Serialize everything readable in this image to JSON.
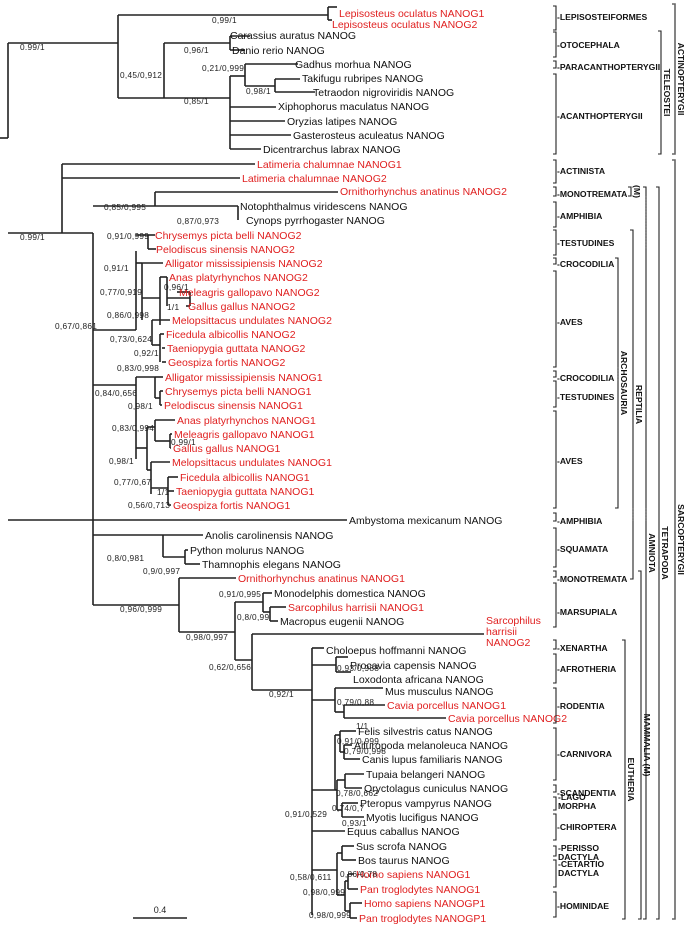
{
  "figure": {
    "title": "NANOG phylogenetic tree",
    "scale_bar_label": "0.4",
    "colors": {
      "duplicated_gene": "#e02020",
      "single_gene": "#111111"
    }
  },
  "leaves": [
    {
      "name": "Lepisosteus oculatus NANOG1",
      "dup": true
    },
    {
      "name": "Lepisosteus oculatus NANOG2",
      "dup": true
    },
    {
      "name": "Carassius auratus NANOG",
      "dup": false
    },
    {
      "name": "Danio rerio NANOG",
      "dup": false
    },
    {
      "name": "Gadhus morhua NANOG",
      "dup": false
    },
    {
      "name": "Takifugu rubripes NANOG",
      "dup": false
    },
    {
      "name": "Tetraodon nigroviridis NANOG",
      "dup": false
    },
    {
      "name": "Xiphophorus maculatus NANOG",
      "dup": false
    },
    {
      "name": "Oryzias latipes NANOG",
      "dup": false
    },
    {
      "name": "Gasterosteus aculeatus NANOG",
      "dup": false
    },
    {
      "name": "Dicentrarchus labrax NANOG",
      "dup": false
    },
    {
      "name": "Latimeria chalumnae NANOG1",
      "dup": true
    },
    {
      "name": "Latimeria chalumnae NANOG2",
      "dup": true
    },
    {
      "name": "Ornithorhynchus anatinus NANOG2",
      "dup": true
    },
    {
      "name": "Notophthalmus viridescens NANOG",
      "dup": false
    },
    {
      "name": "Cynops pyrrhogaster NANOG",
      "dup": false
    },
    {
      "name": "Chrysemys picta belli NANOG2",
      "dup": true
    },
    {
      "name": "Pelodiscus sinensis NANOG2",
      "dup": true
    },
    {
      "name": "Alligator mississipiensis NANOG2",
      "dup": true
    },
    {
      "name": "Anas platyrhynchos NANOG2",
      "dup": true
    },
    {
      "name": "Meleagris gallopavo NANOG2",
      "dup": true
    },
    {
      "name": "Gallus gallus NANOG2",
      "dup": true
    },
    {
      "name": "Melopsittacus undulates NANOG2",
      "dup": true
    },
    {
      "name": "Ficedula albicollis NANOG2",
      "dup": true
    },
    {
      "name": "Taeniopygia guttata NANOG2",
      "dup": true
    },
    {
      "name": "Geospiza fortis NANOG2",
      "dup": true
    },
    {
      "name": "Alligator mississipiensis NANOG1",
      "dup": true
    },
    {
      "name": "Chrysemys picta belli NANOG1",
      "dup": true
    },
    {
      "name": "Pelodiscus sinensis NANOG1",
      "dup": true
    },
    {
      "name": "Anas platyrhynchos NANOG1",
      "dup": true
    },
    {
      "name": "Meleagris gallopavo NANOG1",
      "dup": true
    },
    {
      "name": "Gallus gallus NANOG1",
      "dup": true
    },
    {
      "name": "Melopsittacus undulates NANOG1",
      "dup": true
    },
    {
      "name": "Ficedula albicollis NANOG1",
      "dup": true
    },
    {
      "name": "Taeniopygia guttata NANOG1",
      "dup": true
    },
    {
      "name": "Geospiza fortis NANOG1",
      "dup": true
    },
    {
      "name": "Ambystoma mexicanum NANOG",
      "dup": false
    },
    {
      "name": "Anolis carolinensis NANOG",
      "dup": false
    },
    {
      "name": "Python molurus NANOG",
      "dup": false
    },
    {
      "name": "Thamnophis elegans NANOG",
      "dup": false
    },
    {
      "name": "Ornithorhynchus anatinus NANOG1",
      "dup": true
    },
    {
      "name": "Monodelphis domestica NANOG",
      "dup": false
    },
    {
      "name": "Sarcophilus harrisii NANOG1",
      "dup": true
    },
    {
      "name": "Macropus eugenii NANOG",
      "dup": false
    },
    {
      "name": "Sarcophilus harrisii NANOG2",
      "dup": true
    },
    {
      "name": "Choloepus hoffmanni NANOG",
      "dup": false
    },
    {
      "name": "Procavia capensis NANOG",
      "dup": false
    },
    {
      "name": "Loxodonta africana NANOG",
      "dup": false
    },
    {
      "name": "Mus musculus NANOG",
      "dup": false
    },
    {
      "name": "Cavia porcellus NANOG1",
      "dup": true
    },
    {
      "name": "Cavia porcellus NANOG2",
      "dup": true
    },
    {
      "name": "Felis silvestris catus NANOG",
      "dup": false
    },
    {
      "name": "Ailuropoda melanoleuca NANOG",
      "dup": false
    },
    {
      "name": "Canis lupus familiaris NANOG",
      "dup": false
    },
    {
      "name": "Tupaia belangeri NANOG",
      "dup": false
    },
    {
      "name": "Oryctolagus cuniculus NANOG",
      "dup": false
    },
    {
      "name": "Pteropus vampyrus NANOG",
      "dup": false
    },
    {
      "name": "Myotis lucifigus NANOG",
      "dup": false
    },
    {
      "name": "Equus caballus NANOG",
      "dup": false
    },
    {
      "name": "Sus scrofa NANOG",
      "dup": false
    },
    {
      "name": "Bos taurus NANOG",
      "dup": false
    },
    {
      "name": "Homo sapiens NANOG1",
      "dup": true
    },
    {
      "name": "Pan troglodytes NANOG1",
      "dup": true
    },
    {
      "name": "Homo sapiens NANOGP1",
      "dup": true
    },
    {
      "name": "Pan troglodytes NANOGP1",
      "dup": true
    }
  ],
  "support_values": [
    "0.99/1",
    "0,99/1",
    "0,45/0,912",
    "0,96/1",
    "0,21/0,999",
    "0,98/1",
    "0,85/1",
    "0.99/1",
    "0,85/0,995",
    "0,87/0,973",
    "0,91/0,999",
    "0,91/1",
    "0,77/0,919",
    "0,96/1",
    "1/1",
    "0,86/0,998",
    "0,73/0,624",
    "0,92/1",
    "0,83/0,998",
    "0,67/0,861",
    "0,84/0,656",
    "0,98/1",
    "0,83/0,994",
    "0,99/1",
    "0,98/1",
    "0,77/0,67",
    "1/1",
    "0,56/0,713",
    "0,8/0,981",
    "0,9/0,997",
    "0,96/0,999",
    "0,91/0,995",
    "0,8/0,99",
    "0,98/0,997",
    "0,62/0,656",
    "0,92/1",
    "0,93/0,988",
    "0,79/0,88",
    "1/1",
    "0,91/0,999",
    "0,79/0,998",
    "0,78/0,662",
    "0,74/0,7",
    "0,93/1",
    "0,91/0,529",
    "0,86/0,78",
    "0,58/0,611",
    "0,98/0,999",
    "0,98/0,999"
  ],
  "clade_labels": [
    "LEPISOSTEIFORMES",
    "OTOCEPHALA",
    "PARACANTHOPTERYGII",
    "ACANTHOPTERYGII",
    "ACTINISTA",
    "MONOTREMATA",
    "AMPHIBIA",
    "TESTUDINES",
    "CROCODILIA",
    "AVES",
    "CROCODILIA",
    "TESTUDINES",
    "AVES",
    "AMPHIBIA",
    "SQUAMATA",
    "MONOTREMATA",
    "MARSUPIALA",
    "XENARTHA",
    "AFROTHERIA",
    "RODENTIA",
    "CARNIVORA",
    "SCANDENTIA",
    "LAGO MORPHA",
    "CHIROPTERA",
    "PERISSO DACTYLA",
    "CETARTIO DACTYLA",
    "HOMINIDAE"
  ],
  "vertical_labels": [
    "TELEOSTEI",
    "ACTINOPTERYGII",
    "(M)",
    "ARCHOSAURIA",
    "REPTILIA",
    "AMNIOTA",
    "TETRAPODA",
    "MAMMALIA (M)",
    "EUTHERIA",
    "SARCOPTERYGII"
  ]
}
